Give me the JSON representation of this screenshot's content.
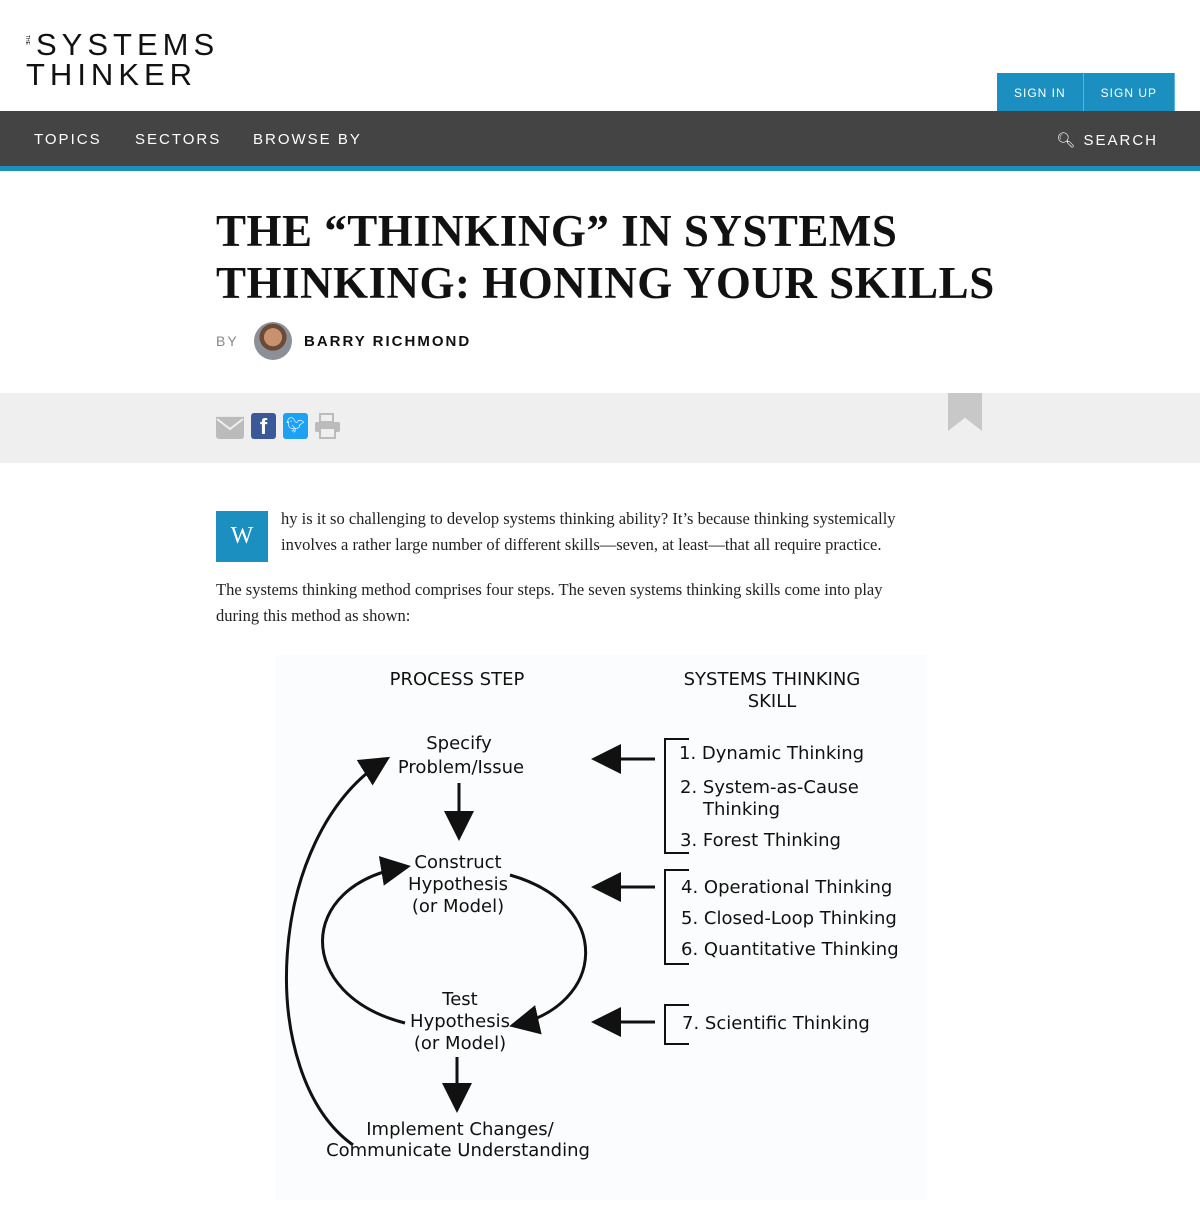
{
  "header": {
    "logo_the": "THE",
    "logo_line1": "SYSTEMS",
    "logo_line2": "THINKER",
    "sign_in": "SIGN IN",
    "sign_up": "SIGN UP"
  },
  "nav": {
    "items": [
      "TOPICS",
      "SECTORS",
      "BROWSE BY"
    ],
    "search": "SEARCH"
  },
  "article": {
    "title_line1": "THE “THINKING” IN SYSTEMS",
    "title_line2": "THINKING: HONING YOUR SKILLS",
    "by": "BY",
    "author": "BARRY RICHMOND",
    "drop_cap": "W",
    "para1_line1": "hy is it so challenging to develop systems thinking ability? It’s because thinking systemically",
    "para1_line2": "involves a rather large number of different skills—seven, at least—that all require practice.",
    "para2_line1": "The systems thinking method comprises four steps. The seven systems thinking skills come into play",
    "para2_line2": "during this method as shown:"
  },
  "share": {
    "icons": [
      "email-icon",
      "facebook-icon",
      "twitter-icon",
      "print-icon",
      "bookmark-icon"
    ]
  },
  "figure": {
    "col1": "PROCESS STEP",
    "col2_line1": "SYSTEMS THINKING",
    "col2_line2": "SKILL",
    "step1": [
      "Specify",
      "Problem/Issue"
    ],
    "step2": [
      "Construct",
      "Hypothesis",
      "(or Model)"
    ],
    "step3": [
      "Test",
      "Hypothesis",
      "(or Model)"
    ],
    "step4": [
      "Implement Changes/",
      "Communicate Understanding"
    ],
    "skills": [
      "1. Dynamic Thinking",
      "2. System-as-Cause",
      "Thinking",
      "3. Forest Thinking",
      "4. Operational Thinking",
      "5. Closed-Loop Thinking",
      "6. Quantitative Thinking",
      "7. Scientific Thinking"
    ]
  },
  "colors": {
    "accent": "#1a8fc0",
    "nav_bg": "#444444"
  }
}
